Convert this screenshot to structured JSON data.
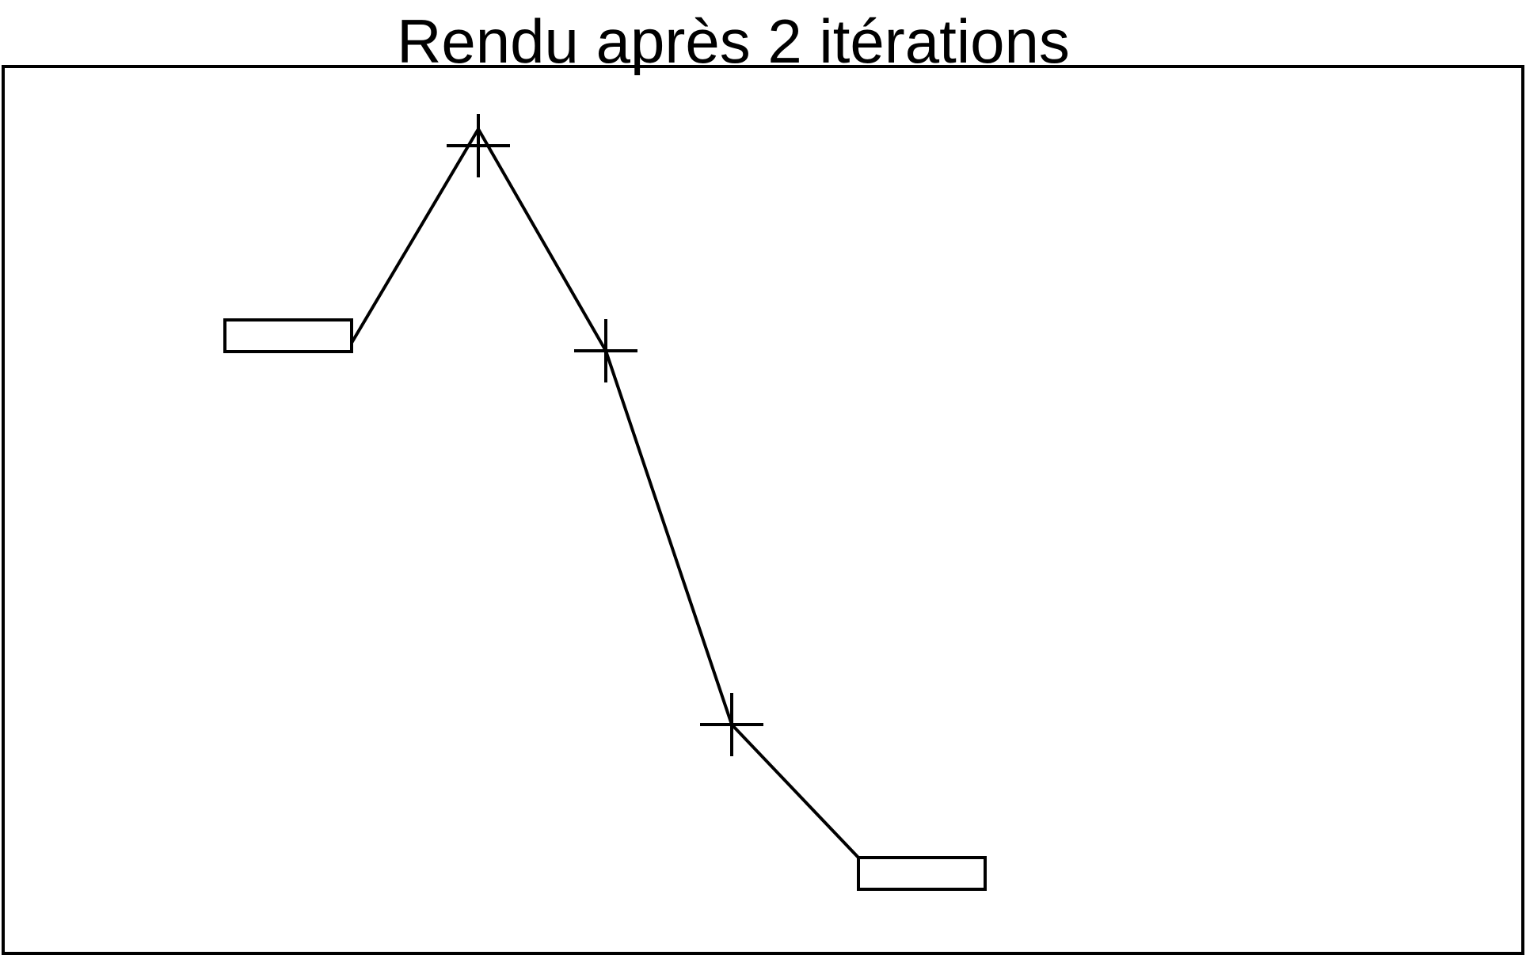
{
  "diagram": {
    "title": "Rendu après 2 itérations",
    "line_color": "#000000",
    "background_color": "#ffffff",
    "path": {
      "start_node": "rectangle",
      "waypoints": [
        "cross",
        "cross",
        "cross"
      ],
      "end_node": "rectangle"
    }
  }
}
